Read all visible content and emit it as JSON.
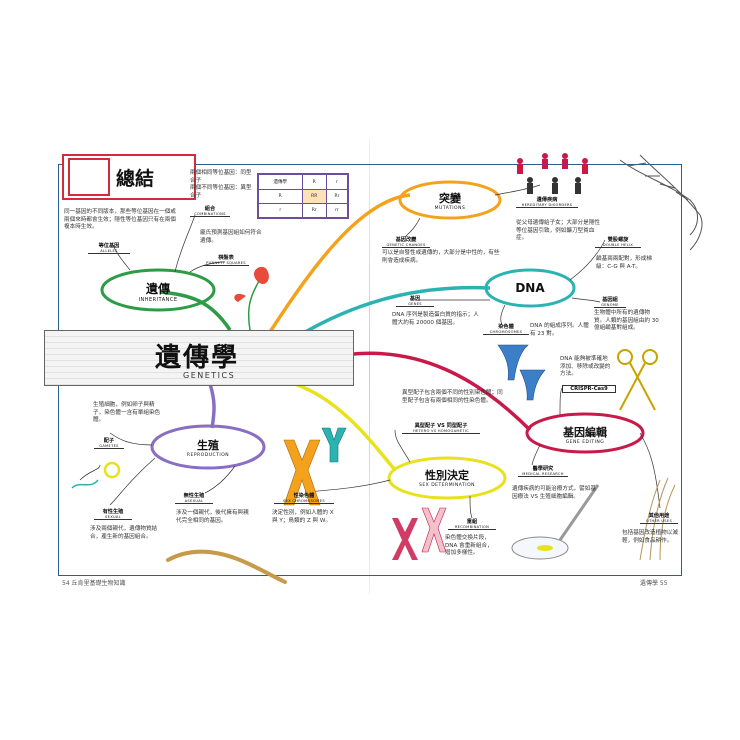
{
  "summary_title": "總結",
  "genetics": {
    "title": "遺傳學",
    "subtitle": "GENETICS"
  },
  "inheritance": {
    "title": "遺傳",
    "en": "INHERITANCE",
    "text1": "同一基因的不同版本，那些等位基因在一個或兩個來時都會生效；隱性等位基因只有在兩個複本時生效。",
    "alleles": {
      "zh": "等位基因",
      "en": "ALLELES"
    },
    "genotype": "兩個相同等位基因：同型合子\n兩個不同等位基因：異型合子",
    "combinations": {
      "zh": "組合",
      "en": "COMBINATIONS"
    },
    "text2": "龐氏預測基因組如何符合遺傳。",
    "punnett": {
      "zh": "棋盤表",
      "en": "PUNNETT SQUARES"
    },
    "punnett_cells": [
      [
        "遺傳學",
        "R",
        "r"
      ],
      [
        "R",
        "RR",
        "Rr"
      ],
      [
        "r",
        "Rr",
        "rr"
      ]
    ]
  },
  "mutations": {
    "title": "突變",
    "en": "MUTATIONS",
    "tag": {
      "zh": "基因改變",
      "en": "GENETIC CHANGES"
    },
    "text": "可以是自發性或遺傳的，大部分是中性的，有些則會造成疾病。"
  },
  "hereditary": {
    "tag": {
      "zh": "遺傳疾病",
      "en": "HEREDITARY DISORDERS"
    },
    "text": "從父母遺傳給子女；大部分是隱性等位基因引致，例如鐮刀型貧血症。"
  },
  "dna": {
    "title": "DNA",
    "genes": {
      "zh": "基因",
      "en": "GENES"
    },
    "text1": "DNA 序列是製造蛋白質的指示；人體大約有 20000 個基因。",
    "chromosomes": {
      "zh": "染色體",
      "en": "CHROMOSOMES"
    },
    "text2": "DNA 的組成序列。人體有 23 對。",
    "helix": {
      "zh": "雙股螺旋",
      "en": "DOUBLE HELIX"
    },
    "text3": "鹼基兩兩配對，形成梯級：C-G 與 A-T。",
    "genome": {
      "zh": "基因組",
      "en": "GENOME"
    },
    "text4": "生物體中所有的遺傳物質。人類的基因組由約 30 億組鹼基對組成。"
  },
  "editing": {
    "title": "基因編輯",
    "en": "GENE EDITING",
    "crispr": "CRISPR-Cas9",
    "text1": "DNA 能夠被準確地添加、移除或改變的方法。",
    "medical": {
      "zh": "醫學研究",
      "en": "MEDICAL RESEARCH"
    },
    "text2": "遺傳疾病的可能治療方式，譬如基因療法 VS 生殖細胞編輯。",
    "other": {
      "zh": "其他用途",
      "en": "OTHER USES"
    },
    "text3": "包括基因改造植物以減輕，例如食品耕作。"
  },
  "sex": {
    "title": "性別決定",
    "en": "SEX DETERMINATION",
    "text1": "異型配子包含兩個不同的性別染色體；同型配子包含有兩個相同的性染色體。",
    "hetero": {
      "zh": "異型配子 VS 同型配子",
      "en": "HETERO VS HOMOGAMETIC"
    },
    "sexchrom": {
      "zh": "性染色體",
      "en": "SEX CHROMOSOMES"
    },
    "text2": "決定性別，例如人體的 X 與 Y；鳥類的 Z 與 W。",
    "recomb": {
      "zh": "重組",
      "en": "RECOMBINATION"
    },
    "text3": "染色體交換片段，DNA 會重新組合，增加多樣性。"
  },
  "reproduction": {
    "title": "生殖",
    "en": "REPRODUCTION",
    "text1": "生殖細胞，例如卵子與精子，染色體一含有單組染色體。",
    "gametes": {
      "zh": "配子",
      "en": "GAMETES"
    },
    "sexual": {
      "zh": "有性生殖",
      "en": "SEXUAL"
    },
    "text2": "涉及兩個親代，遺傳物質結合，產生新的基因組合。",
    "asexual": {
      "zh": "無性生殖",
      "en": "ASEXUAL"
    },
    "text3": "涉及一個親代，後代擁有與親代完全相同的基因。"
  },
  "footer": {
    "left": "54 丘肯里基礎生物知識",
    "right": "遺傳學 55"
  },
  "colors": {
    "inheritance": "#2e9b47",
    "mutations": "#f4a21c",
    "dna": "#2bb3b1",
    "editing": "#c81a4a",
    "sex": "#e8e21e",
    "reproduction": "#8a6ec4",
    "frame": "#2a5f92",
    "summary": "#d42b3c"
  }
}
